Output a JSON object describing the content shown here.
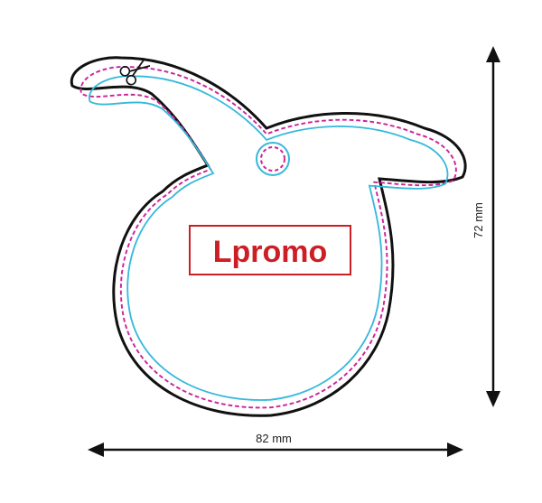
{
  "logo": {
    "text": "Lpromo"
  },
  "dimensions": {
    "width_label": "82 mm",
    "height_label": "72 mm"
  },
  "colors": {
    "cut_line": "#111111",
    "bleed_line": "#cc2299",
    "safe_line": "#35b8dc",
    "logo_red": "#cc1f25",
    "arrow": "#111111"
  },
  "icons": {
    "cut_marker": "scissors-icon"
  }
}
